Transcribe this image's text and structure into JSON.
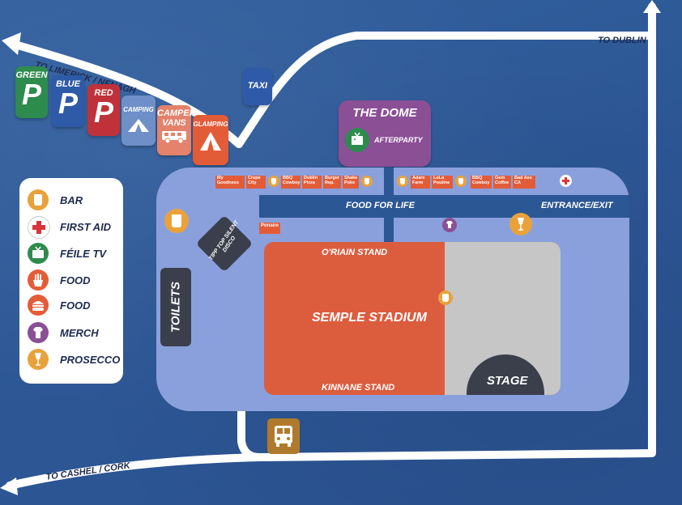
{
  "colors": {
    "background": "#2f5b9c",
    "venue": "#8aa0dc",
    "road": "#ffffff",
    "stadium": "#dc5c3e",
    "stage": "#c6c6c6",
    "green": "#2e8b4e",
    "blue": "#2f5aa8",
    "red": "#c0323a",
    "orange": "#e35c38",
    "purple": "#8b4f96",
    "gold": "#e9a23b",
    "dark": "#3a3f4b"
  },
  "roads": {
    "limerick": "TO LIMERICK / NENAGH",
    "dublin": "TO DUBLIN",
    "cashel": "TO CASHEL / CORK"
  },
  "parking": [
    {
      "label": "GREEN",
      "letter": "P",
      "color": "#2e8b4e"
    },
    {
      "label": "BLUE",
      "letter": "P",
      "color": "#2f5aa8"
    },
    {
      "label": "RED",
      "letter": "P",
      "color": "#c0323a"
    }
  ],
  "camping": {
    "label": "CAMPING",
    "icon": "tent-icon"
  },
  "campervans": {
    "label": "CAMPER VANS",
    "icon": "van-icon"
  },
  "glamping": {
    "label": "GLAMPING",
    "icon": "tent-icon"
  },
  "taxi": "TAXI",
  "dome": {
    "title": "THE DOME",
    "subtitle": "AFTERPARTY",
    "icon": "tv-icon"
  },
  "stalls_left": [
    "My Goodness",
    "Crepe City",
    "BBQ Cowboy",
    "Dublin Pizza",
    "Burger Rep.",
    "Shake Poke"
  ],
  "stalls_right": [
    "Adare Farm",
    "LoLa Poutine",
    "BBQ Cowboy",
    "Gem Coffee",
    "Bad Ass CA"
  ],
  "poncire": "Ponaire",
  "food_for_life": "FOOD FOR LIFE",
  "entrance": "ENTRANCE/EXIT",
  "silent_disco": "TIPP TOP SILENT DISCO",
  "toilets": "TOILETS",
  "stadium": {
    "name": "SEMPLE STADIUM",
    "north_stand": "O'RIAIN STAND",
    "south_stand": "KINNANE STAND",
    "stage": "STAGE"
  },
  "legend": [
    {
      "label": "BAR",
      "icon": "cup-icon",
      "color": "#e9a23b"
    },
    {
      "label": "FIRST AID",
      "icon": "first-aid-icon",
      "color": "#ffffff"
    },
    {
      "label": "FÉILE TV",
      "icon": "tv-icon",
      "color": "#2e8b4e"
    },
    {
      "label": "FOOD",
      "icon": "fries-icon",
      "color": "#e35c38"
    },
    {
      "label": "FOOD",
      "icon": "burger-icon",
      "color": "#e35c38"
    },
    {
      "label": "MERCH",
      "icon": "tshirt-icon",
      "color": "#8b4f96"
    },
    {
      "label": "PROSECCO",
      "icon": "glass-icon",
      "color": "#e9a23b"
    }
  ],
  "bus": {
    "icon": "bus-icon",
    "color": "#b07a2c"
  }
}
